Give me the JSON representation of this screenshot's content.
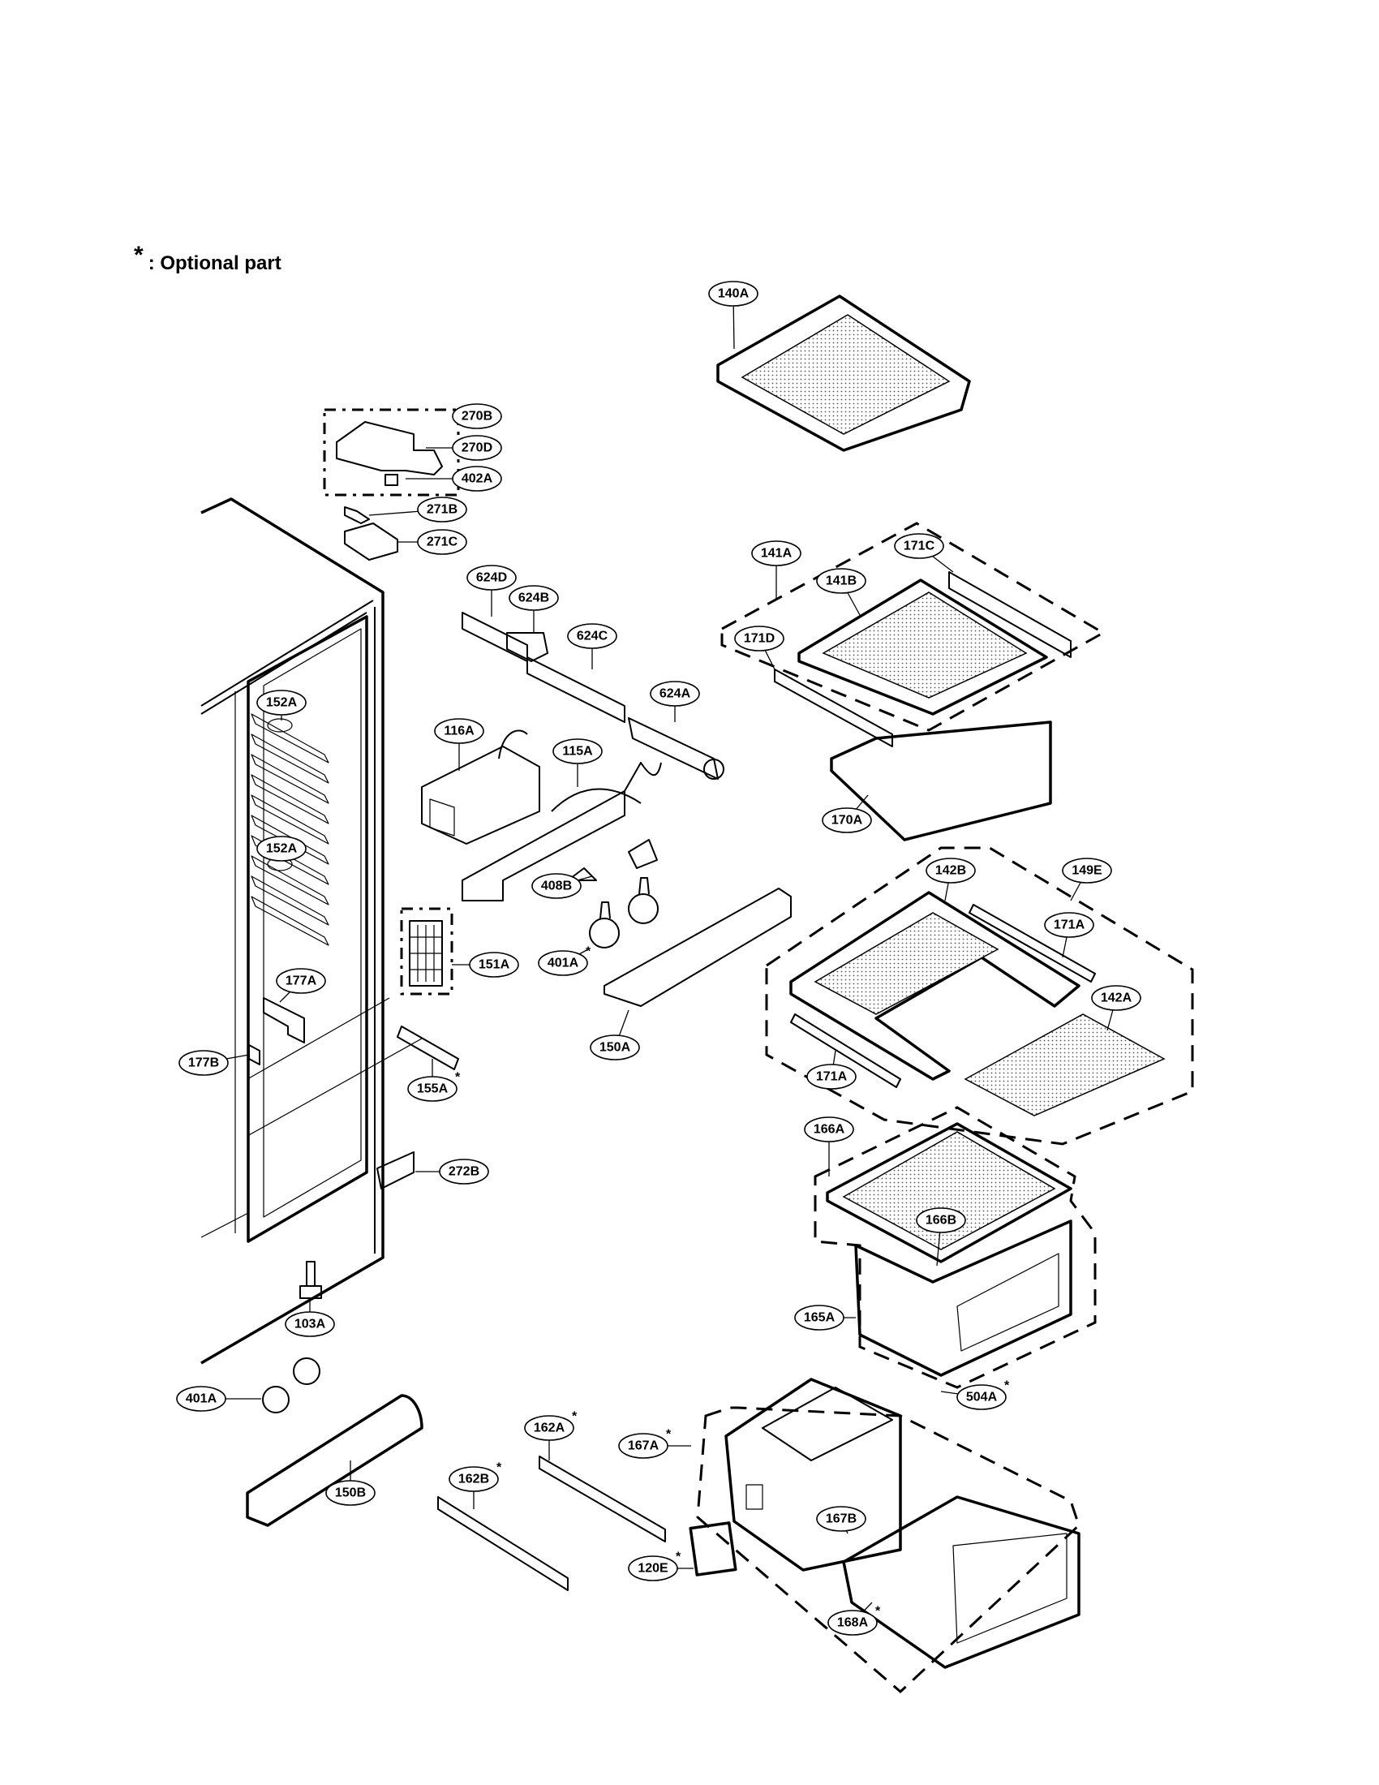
{
  "legend": {
    "symbol": "*",
    "text": ": Optional part"
  },
  "callouts": [
    {
      "id": "140A",
      "optional": false
    },
    {
      "id": "270B",
      "optional": false
    },
    {
      "id": "270D",
      "optional": false
    },
    {
      "id": "402A",
      "optional": false
    },
    {
      "id": "271B",
      "optional": false
    },
    {
      "id": "271C",
      "optional": false
    },
    {
      "id": "624D",
      "optional": false
    },
    {
      "id": "624B",
      "optional": false
    },
    {
      "id": "624C",
      "optional": false
    },
    {
      "id": "624A",
      "optional": false
    },
    {
      "id": "141A",
      "optional": false
    },
    {
      "id": "171C",
      "optional": false
    },
    {
      "id": "141B",
      "optional": false
    },
    {
      "id": "171D",
      "optional": false
    },
    {
      "id": "170A",
      "optional": false
    },
    {
      "id": "152A",
      "optional": false
    },
    {
      "id": "116A",
      "optional": false
    },
    {
      "id": "115A",
      "optional": false
    },
    {
      "id": "152A",
      "optional": false
    },
    {
      "id": "408B",
      "optional": false
    },
    {
      "id": "401A",
      "optional": true
    },
    {
      "id": "142B",
      "optional": false
    },
    {
      "id": "149E",
      "optional": false
    },
    {
      "id": "171A",
      "optional": false
    },
    {
      "id": "151A",
      "optional": false
    },
    {
      "id": "177A",
      "optional": false
    },
    {
      "id": "142A",
      "optional": false
    },
    {
      "id": "177B",
      "optional": false
    },
    {
      "id": "150A",
      "optional": false
    },
    {
      "id": "171A",
      "optional": false
    },
    {
      "id": "155A",
      "optional": true
    },
    {
      "id": "166A",
      "optional": false
    },
    {
      "id": "272B",
      "optional": false
    },
    {
      "id": "166B",
      "optional": false
    },
    {
      "id": "103A",
      "optional": false
    },
    {
      "id": "165A",
      "optional": false
    },
    {
      "id": "401A",
      "optional": false
    },
    {
      "id": "504A",
      "optional": true
    },
    {
      "id": "162A",
      "optional": true
    },
    {
      "id": "167A",
      "optional": true
    },
    {
      "id": "150B",
      "optional": false
    },
    {
      "id": "162B",
      "optional": true
    },
    {
      "id": "167B",
      "optional": false
    },
    {
      "id": "120E",
      "optional": true
    },
    {
      "id": "168A",
      "optional": true
    }
  ]
}
